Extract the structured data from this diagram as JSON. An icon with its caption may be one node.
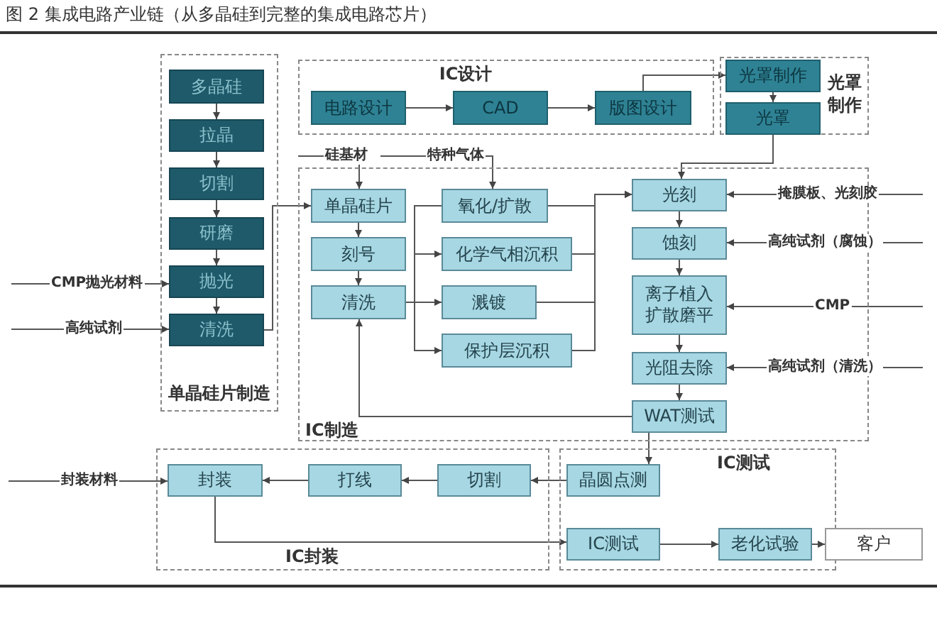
{
  "diagram": {
    "title": "图 2 集成电路产业链（从多晶硅到完整的集成电路芯片）",
    "nodes": [
      {
        "text": [
          "单晶硅片制造"
        ]
      },
      {
        "text": [
          "多晶硅"
        ],
        "in": 0
      },
      {
        "text": [
          "拉晶"
        ],
        "in": 0
      },
      {
        "text": [
          "切割"
        ],
        "in": 0
      },
      {
        "text": [
          "研磨"
        ],
        "in": 0
      },
      {
        "text": [
          "抛光"
        ],
        "in": 0
      },
      {
        "text": [
          "清洗"
        ],
        "in": 0
      },
      {
        "text": [
          "IC设计"
        ]
      },
      {
        "text": [
          "电路设计"
        ],
        "in": 7
      },
      {
        "text": [
          "CAD"
        ],
        "in": 7
      },
      {
        "text": [
          "版图设计"
        ],
        "in": 7
      },
      {
        "text": [
          "光罩制作"
        ]
      },
      {
        "text": [
          "光罩制作"
        ],
        "in": 11
      },
      {
        "text": [
          "光罩"
        ],
        "in": 11
      },
      {
        "text": [
          "IC制造"
        ]
      },
      {
        "text": [
          "单晶硅片"
        ],
        "in": 14
      },
      {
        "text": [
          "刻号"
        ],
        "in": 14
      },
      {
        "text": [
          "清洗"
        ],
        "in": 14
      },
      {
        "text": [
          "氧化/扩散"
        ],
        "in": 14
      },
      {
        "text": [
          "化学气相沉积"
        ],
        "in": 14
      },
      {
        "text": [
          "溅镀"
        ],
        "in": 14
      },
      {
        "text": [
          "保护层沉积"
        ],
        "in": 14
      },
      {
        "text": [
          "光刻"
        ],
        "in": 14
      },
      {
        "text": [
          "蚀刻"
        ],
        "in": 14
      },
      {
        "text": [
          "离子植入扩散磨平"
        ],
        "in": 14
      },
      {
        "text": [
          "光阻去除"
        ],
        "in": 14
      },
      {
        "text": [
          "WAT测试"
        ],
        "in": 14
      },
      {
        "text": [
          "IC封装"
        ]
      },
      {
        "text": [
          "封装"
        ],
        "in": 27
      },
      {
        "text": [
          "打线"
        ],
        "in": 27
      },
      {
        "text": [
          "切割"
        ],
        "in": 27
      },
      {
        "text": [
          "IC测试"
        ]
      },
      {
        "text": [
          "晶圆点测"
        ],
        "in": 31
      },
      {
        "text": [
          "IC测试"
        ],
        "in": 31
      },
      {
        "text": [
          "老化试验"
        ],
        "in": 31
      },
      {
        "text": [
          "客户"
        ]
      },
      {
        "text": [
          "CMP抛光材料"
        ]
      },
      {
        "text": [
          "高纯试剂"
        ]
      },
      {
        "text": [
          "硅基材"
        ]
      },
      {
        "text": [
          "特种气体"
        ]
      },
      {
        "text": [
          "掩膜板、光刻胶"
        ]
      },
      {
        "text": [
          "高纯试剂（腐蚀）"
        ]
      },
      {
        "text": [
          "CMP"
        ],
        "in": 14
      },
      {
        "text": [
          "高纯试剂（清洗）"
        ]
      },
      {
        "text": [
          "封装材料"
        ]
      }
    ],
    "edges": [
      {
        "from": 1,
        "to": 2,
        "arrow": "to"
      },
      {
        "from": 2,
        "to": 3,
        "arrow": "to"
      },
      {
        "from": 3,
        "to": 4,
        "arrow": "to"
      },
      {
        "from": 4,
        "to": 5,
        "arrow": "to"
      },
      {
        "from": 5,
        "to": 6,
        "arrow": "to"
      },
      {
        "from": 6,
        "to": 15,
        "arrow": "to"
      },
      {
        "from": 8,
        "to": 9,
        "arrow": "to"
      },
      {
        "from": 9,
        "to": 10,
        "arrow": "to"
      },
      {
        "from": 10,
        "to": 12,
        "arrow": "to"
      },
      {
        "from": 12,
        "to": 13,
        "arrow": "to"
      },
      {
        "from": 13,
        "to": 22,
        "arrow": "to"
      },
      {
        "from": 15,
        "to": 16,
        "arrow": "to"
      },
      {
        "from": 16,
        "to": 17,
        "arrow": "to"
      },
      {
        "from": 17,
        "to": 18,
        "arrow": "none"
      },
      {
        "from": 17,
        "to": 19,
        "arrow": "to"
      },
      {
        "from": 17,
        "to": 20,
        "arrow": "to"
      },
      {
        "from": 17,
        "to": 21,
        "arrow": "to"
      },
      {
        "from": 18,
        "to": 22,
        "arrow": "to"
      },
      {
        "from": 19,
        "to": 22,
        "arrow": "to"
      },
      {
        "from": 20,
        "to": 22,
        "arrow": "to"
      },
      {
        "from": 21,
        "to": 22,
        "arrow": "to"
      },
      {
        "from": 22,
        "to": 23,
        "arrow": "to"
      },
      {
        "from": 23,
        "to": 24,
        "arrow": "to"
      },
      {
        "from": 24,
        "to": 25,
        "arrow": "to"
      },
      {
        "from": 25,
        "to": 26,
        "arrow": "to"
      },
      {
        "from": 26,
        "to": 17,
        "arrow": "to"
      },
      {
        "from": 26,
        "to": 32,
        "arrow": "to"
      },
      {
        "from": 32,
        "to": 30,
        "arrow": "to"
      },
      {
        "from": 30,
        "to": 29,
        "arrow": "to"
      },
      {
        "from": 29,
        "to": 28,
        "arrow": "to"
      },
      {
        "from": 28,
        "to": 33,
        "arrow": "to"
      },
      {
        "from": 33,
        "to": 34,
        "arrow": "to"
      },
      {
        "from": 34,
        "to": 35,
        "arrow": "to"
      },
      {
        "from": 36,
        "to": 5,
        "arrow": "to"
      },
      {
        "from": 37,
        "to": 6,
        "arrow": "to"
      },
      {
        "from": 38,
        "to": 15,
        "arrow": "to"
      },
      {
        "from": 39,
        "to": 18,
        "arrow": "to"
      },
      {
        "from": 40,
        "to": 22,
        "arrow": "to"
      },
      {
        "from": 41,
        "to": 23,
        "arrow": "to"
      },
      {
        "from": 42,
        "to": 24,
        "arrow": "to"
      },
      {
        "from": 43,
        "to": 25,
        "arrow": "to"
      },
      {
        "from": 44,
        "to": 28,
        "arrow": "to"
      }
    ]
  }
}
